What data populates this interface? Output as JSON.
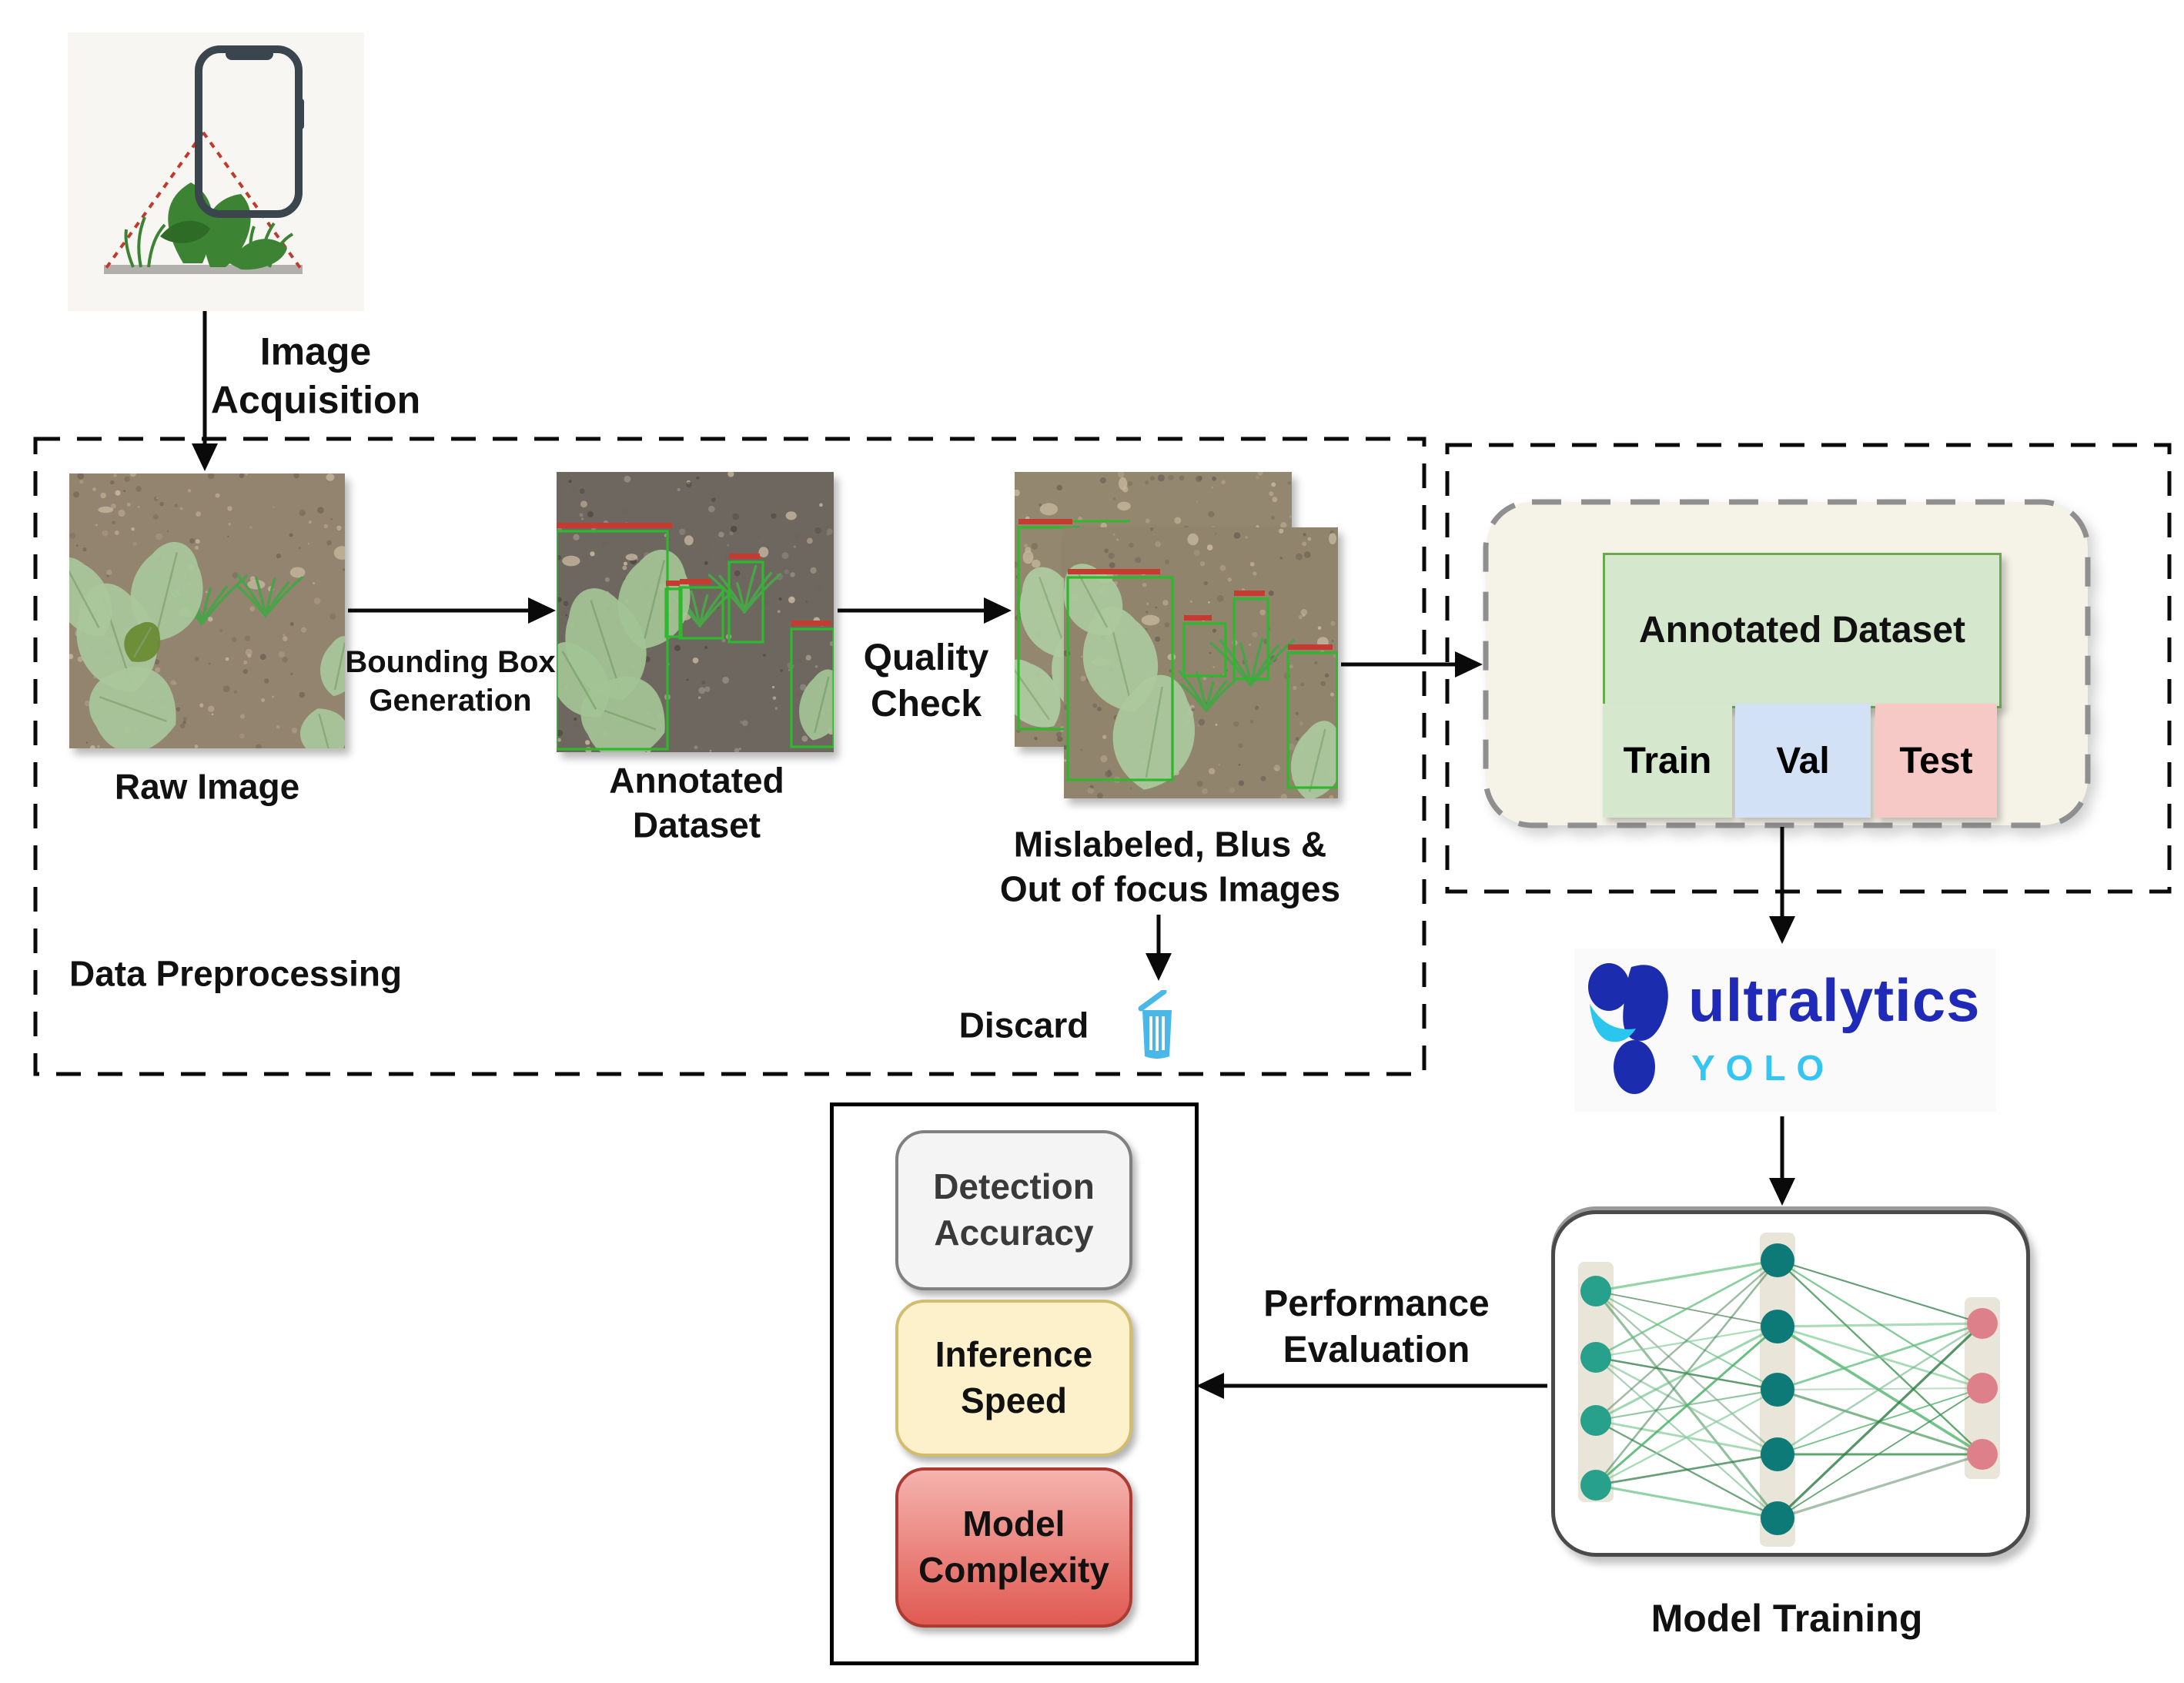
{
  "figure": {
    "description": "Weed detection deep-learning pipeline diagram"
  },
  "acquisition": {
    "icon": "phone-capturing-plants-icon",
    "label_line1": "Image",
    "label_line2": "Acquisition"
  },
  "preprocessing": {
    "title": "Data Preprocessing",
    "raw_label": "Raw Image",
    "bbox_arrow_line1": "Bounding Box",
    "bbox_arrow_line2": "Generation",
    "annotated_line1": "Annotated",
    "annotated_line2": "Dataset",
    "quality_line1": "Quality",
    "quality_line2": "Check",
    "mislabeled_line1": "Mislabeled, Blus &",
    "mislabeled_line2": "Out of focus Images",
    "discard_label": "Discard",
    "trash_icon": "trash-icon"
  },
  "dataset_split": {
    "title": "Annotated Dataset",
    "train": "Train",
    "val": "Val",
    "test": "Test"
  },
  "yolo": {
    "brand": "ultralytics",
    "sub": "YOLO"
  },
  "training": {
    "label": "Model Training",
    "nn": {
      "layers": [
        4,
        5,
        3
      ]
    }
  },
  "evaluation": {
    "arrow_line1": "Performance",
    "arrow_line2": "Evaluation",
    "boxes": [
      {
        "line1": "Detection",
        "line2": "Accuracy"
      },
      {
        "line1": "Inference",
        "line2": "Speed"
      },
      {
        "line1": "Model",
        "line2": "Complexity"
      }
    ]
  },
  "colors": {
    "arrow": "#0a0a0a",
    "dashed_border": "#0a0a0a",
    "cream_fill": "#f5f2e7",
    "cream_border": "#8f8f8f",
    "split_green": "#d5e7cd",
    "split_green_border": "#6aa84f",
    "split_blue": "#d3e1f6",
    "split_pink": "#f6c8c6",
    "nn_input": "#27a08c",
    "nn_hidden": "#0e7a78",
    "nn_output": "#dd8089",
    "nn_strip": "#e9e5d8",
    "brand_blue": "#1f2bb8",
    "brand_cyan": "#35c5f2",
    "trash_cyan": "#49b7e8",
    "bbox_green": "#2db82d",
    "tag_red": "#c53b2f",
    "accuracy_fill": "#f4f4f4",
    "accuracy_border": "#808080",
    "speed_fill": "#fcf1cb",
    "speed_border": "#d2bd6e",
    "complexity_top": "#f5b3ae",
    "complexity_bottom": "#e05a52",
    "complexity_border": "#aa3b33"
  }
}
